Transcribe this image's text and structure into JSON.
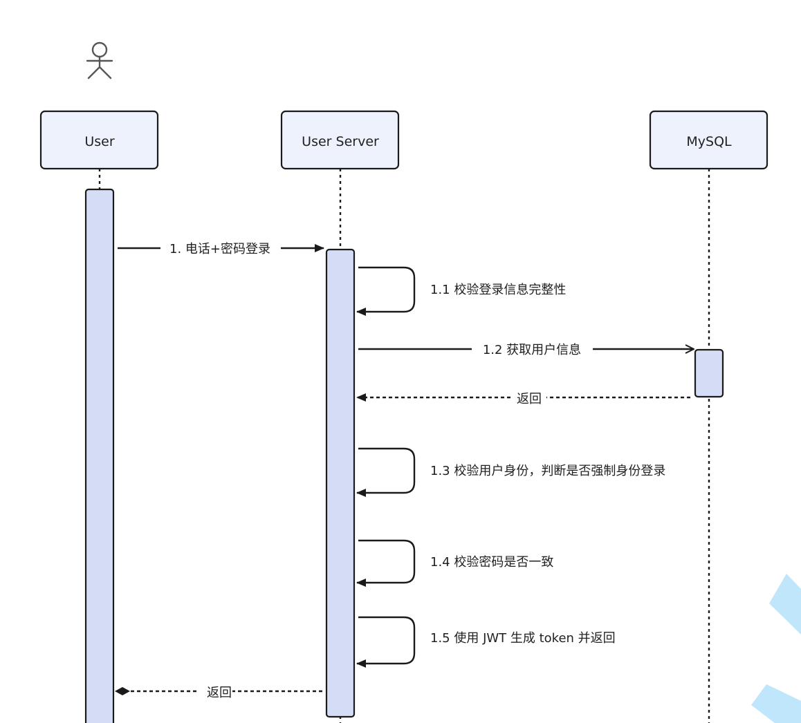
{
  "diagram": {
    "type": "sequence",
    "actor_icon": "stick-figure-icon",
    "participants": [
      {
        "id": "user",
        "label": "User"
      },
      {
        "id": "server",
        "label": "User Server"
      },
      {
        "id": "mysql",
        "label": "MySQL"
      }
    ],
    "messages": [
      {
        "id": "m1",
        "label": "1. 电话+密码登录",
        "from": "user",
        "to": "server",
        "kind": "sync"
      },
      {
        "id": "m11",
        "label": "1.1 校验登录信息完整性",
        "from": "server",
        "to": "server",
        "kind": "self"
      },
      {
        "id": "m12",
        "label": "1.2 获取用户信息",
        "from": "server",
        "to": "mysql",
        "kind": "async"
      },
      {
        "id": "r12",
        "label": "返回",
        "from": "mysql",
        "to": "server",
        "kind": "return"
      },
      {
        "id": "m13",
        "label": "1.3 校验用户身份，判断是否强制身份登录",
        "from": "server",
        "to": "server",
        "kind": "self"
      },
      {
        "id": "m14",
        "label": "1.4 校验密码是否一致",
        "from": "server",
        "to": "server",
        "kind": "self"
      },
      {
        "id": "m15",
        "label": "1.5 使用 JWT 生成 token 并返回",
        "from": "server",
        "to": "server",
        "kind": "self"
      },
      {
        "id": "r1",
        "label": "返回",
        "from": "server",
        "to": "user",
        "kind": "return"
      }
    ],
    "colors": {
      "participant_fill": "#eef2fc",
      "activation_fill": "#d4dcf6",
      "stroke": "#1a1a1a",
      "actor_icon": "#555555",
      "decoration": "#bfe6fb"
    }
  }
}
